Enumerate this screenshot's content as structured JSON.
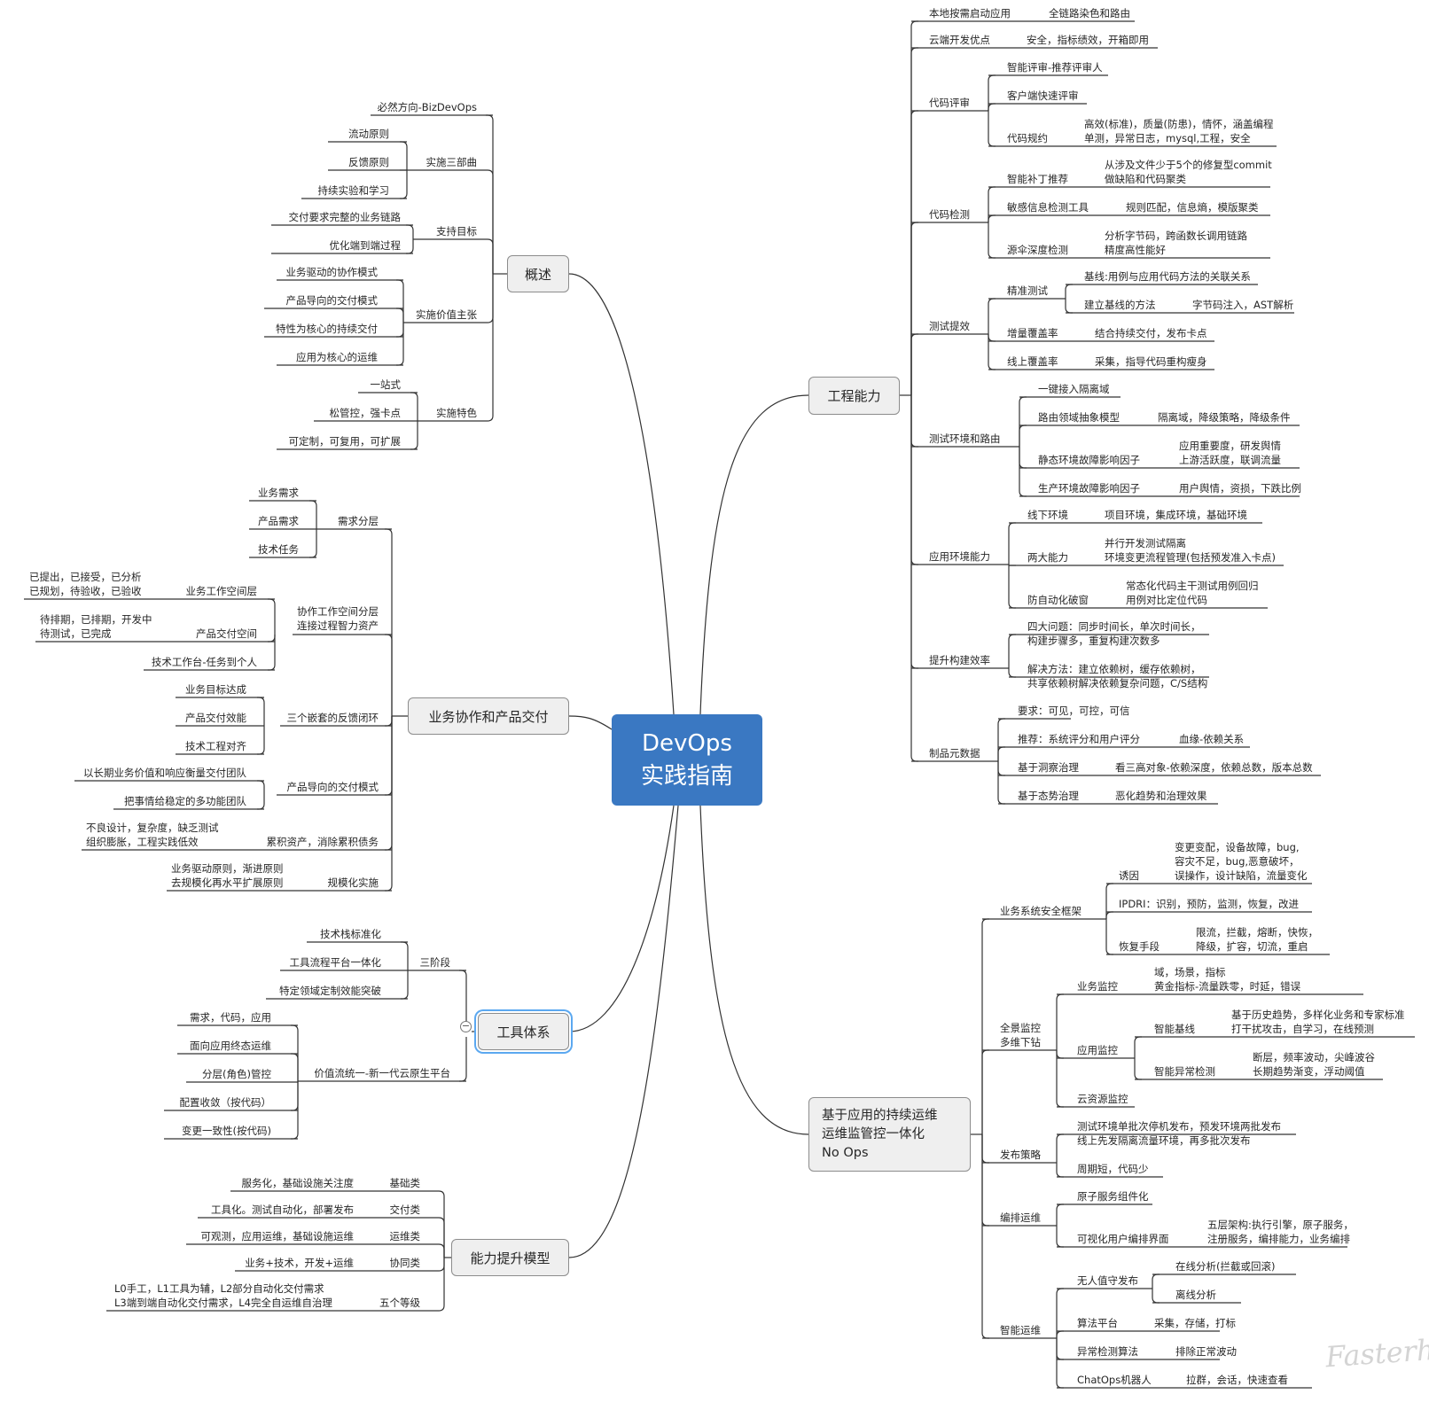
{
  "central": {
    "title_line1": "DevOps",
    "title_line2": "实践指南"
  },
  "watermark": "Fasterhome.com",
  "colors": {
    "central_fill": "#3a78c2",
    "branch_fill": "#efefef",
    "line": "#333333",
    "selection": "#5ba8f0"
  },
  "branches": {
    "overview": "概述",
    "business": "业务协作和产品交付",
    "tools": "工具体系",
    "capability": "能力提升模型",
    "engineering": "工程能力",
    "noops": "基于应用的持续运维\n运维监管控一体化\nNo Ops"
  },
  "overview": {
    "bizdevops": "必然方向-BizDevOps",
    "three_parts": "实施三部曲",
    "flow": "流动原则",
    "feedback": "反馈原则",
    "learning": "持续实验和学习",
    "goal": "支持目标",
    "goal_chain": "交付要求完整的业务链路",
    "goal_optimize": "优化端到端过程",
    "value": "实施价值主张",
    "value_1": "业务驱动的协作模式",
    "value_2": "产品导向的交付模式",
    "value_3": "特性为核心的持续交付",
    "value_4": "应用为核心的运维",
    "feature": "实施特色",
    "feature_1": "一站式",
    "feature_2": "松管控，强卡点",
    "feature_3": "可定制，可复用，可扩展"
  },
  "business": {
    "req_layer": "需求分层",
    "req_biz": "业务需求",
    "req_prod": "产品需求",
    "req_tech": "技术任务",
    "workspace": "协作工作空间分层\n连接过程智力资产",
    "ws_biz": "业务工作空间层",
    "ws_biz_desc": "已提出，已接受，已分析\n已规划，待验收，已验收",
    "ws_prod": "产品交付空间",
    "ws_prod_desc": "待排期，已排期，开发中\n待测试，已完成",
    "ws_tech": "技术工作台-任务到个人",
    "loops": "三个嵌套的反馈闭环",
    "loop_1": "业务目标达成",
    "loop_2": "产品交付效能",
    "loop_3": "技术工程对齐",
    "product_mode": "产品导向的交付模式",
    "pm_1": "以长期业务价值和响应衡量交付团队",
    "pm_2": "把事情给稳定的多功能团队",
    "debt": "累积资产，消除累积债务",
    "debt_desc": "不良设计，复杂度，缺乏测试\n组织膨胀，工程实践低效",
    "scale": "规模化实施",
    "scale_desc": "业务驱动原则，渐进原则\n去规模化再水平扩展原则"
  },
  "tools": {
    "stages": "三阶段",
    "stage_1": "技术栈标准化",
    "stage_2": "工具流程平台一体化",
    "stage_3": "特定领域定制效能突破",
    "platform": "价值流统一-新一代云原生平台",
    "p_1": "需求，代码，应用",
    "p_2": "面向应用终态运维",
    "p_3": "分层(角色)管控",
    "p_4": "配置收敛（按代码）",
    "p_5": "变更一致性(按代码)",
    "collapse_symbol": "−"
  },
  "capability": {
    "basic": "基础类",
    "basic_desc": "服务化，基础设施关注度",
    "delivery": "交付类",
    "delivery_desc": "工具化。测试自动化，部署发布",
    "ops": "运维类",
    "ops_desc": "可观测，应用运维，基础设施运维",
    "collab": "协同类",
    "collab_desc": "业务+技术，开发+运维",
    "levels": "五个等级",
    "levels_desc": "L0手工，L1工具为辅，L2部分自动化交付需求\nL3端到端自动化交付需求，L4完全自运维自治理"
  },
  "engineering": {
    "local": "本地按需启动应用",
    "local_desc": "全链路染色和路由",
    "cloud": "云端开发优点",
    "cloud_desc": "安全，指标绩效，开箱即用",
    "review": "代码评审",
    "review_1": "智能评审-推荐评审人",
    "review_2": "客户端快速评审",
    "review_3": "代码规约",
    "review_3_desc": "高效(标准)，质量(防患)，情怀，涵盖编程\n单测，异常日志，mysql,工程，安全",
    "detect": "代码检测",
    "detect_1": "智能补丁推荐",
    "detect_1_desc": "从涉及文件少于5个的修复型commit\n做缺陷和代码聚类",
    "detect_2": "敏感信息检测工具",
    "detect_2_desc": "规则匹配，信息熵，模版聚类",
    "detect_3": "源伞深度检测",
    "detect_3_desc": "分析字节码，跨函数长调用链路\n精度高性能好",
    "test": "测试提效",
    "test_precise": "精准测试",
    "test_baseline": "基线:用例与应用代码方法的关联关系",
    "test_method": "建立基线的方法",
    "test_method_desc": "字节码注入，AST解析",
    "test_inc": "增量覆盖率",
    "test_inc_desc": "结合持续交付，发布卡点",
    "test_online": "线上覆盖率",
    "test_online_desc": "采集，指导代码重构瘦身",
    "env": "测试环境和路由",
    "env_1": "一键接入隔离域",
    "env_2": "路由领域抽象模型",
    "env_2_desc": "隔离域，降级策略，降级条件",
    "env_3": "静态环境故障影响因子",
    "env_3_desc": "应用重要度，研发舆情\n上游活跃度，联调流量",
    "env_4": "生产环境故障影响因子",
    "env_4_desc": "用户舆情，资损，下跌比例",
    "appenv": "应用环境能力",
    "appenv_1": "线下环境",
    "appenv_1_desc": "项目环境，集成环境，基础环境",
    "appenv_2": "两大能力",
    "appenv_2_desc": "并行开发测试隔离\n环境变更流程管理(包括预发准入卡点)",
    "appenv_3": "防自动化破窗",
    "appenv_3_desc": "常态化代码主干测试用例回归\n用例对比定位代码",
    "build": "提升构建效率",
    "build_1": "四大问题：同步时间长，单次时间长，\n构建步骤多，重复构建次数多",
    "build_2": "解决方法：建立依赖树，缓存依赖树，\n共享依赖树解决依赖复杂问题，C/S结构",
    "artifact": "制品元数据",
    "artifact_1": "要求：可见，可控，可信",
    "artifact_2": "推荐：系统评分和用户评分",
    "artifact_2_desc": "血缘-依赖关系",
    "artifact_3": "基于洞察治理",
    "artifact_3_desc": "看三高对象-依赖深度，依赖总数，版本总数",
    "artifact_4": "基于态势治理",
    "artifact_4_desc": "恶化趋势和治理效果"
  },
  "noops": {
    "security": "业务系统安全框架",
    "cause": "诱因",
    "cause_desc": "变更变配，设备故障，bug,\n容灾不足，bug,恶意破坏，\n误操作，设计缺陷，流量变化",
    "ipdri": "IPDRI：识别，预防，监测，恢复，改进",
    "recover": "恢复手段",
    "recover_desc": "限流，拦截，熔断，快恢，\n降级，扩容，切流，重启",
    "monitor": "全景监控\n多维下钻",
    "biz_monitor": "业务监控",
    "biz_monitor_desc": "域，场景，指标\n黄金指标-流量跌零，时延，错误",
    "app_monitor": "应用监控",
    "smart_baseline": "智能基线",
    "smart_baseline_desc": "基于历史趋势，多样化业务和专家标准\n打干扰攻击，自学习，在线预测",
    "smart_anomaly": "智能异常检测",
    "smart_anomaly_desc": "断层，频率波动，尖峰波谷\n长期趋势渐变，浮动阈值",
    "cloud_monitor": "云资源监控",
    "release": "发布策略",
    "release_1": "测试环境单批次停机发布，预发环境两批发布\n线上先发隔离流量环境，再多批次发布",
    "release_2": "周期短，代码少",
    "orchestration": "编排运维",
    "orch_1": "原子服务组件化",
    "orch_2": "可视化用户编排界面",
    "orch_2_desc": "五层架构:执行引擎，原子服务，\n注册服务，编排能力，业务编排",
    "aiops": "智能运维",
    "unattended": "无人值守发布",
    "online_analysis": "在线分析(拦截或回滚)",
    "offline_analysis": "离线分析",
    "algo": "算法平台",
    "algo_desc": "采集，存储，打标",
    "anomaly_algo": "异常检测算法",
    "anomaly_algo_desc": "排除正常波动",
    "chatops": "ChatOps机器人",
    "chatops_desc": "拉群，会话，快速查看"
  }
}
